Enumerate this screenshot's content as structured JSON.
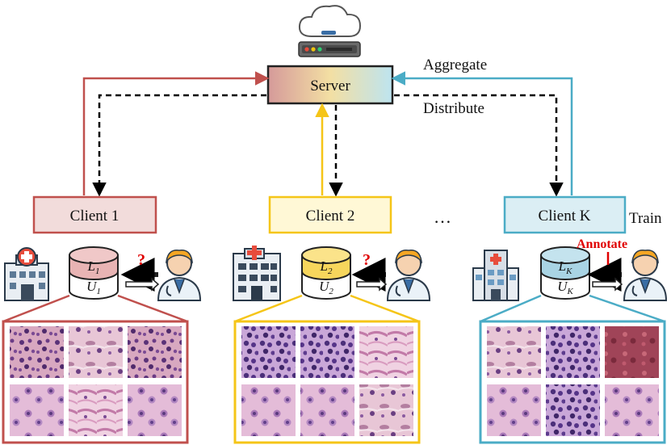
{
  "server": {
    "label": "Server"
  },
  "flows": {
    "aggregate": "Aggregate",
    "distribute": "Distribute",
    "train": "Train"
  },
  "ellipsis": "…",
  "clients": [
    {
      "label": "Client 1",
      "labeled_sub": "1",
      "unlabeled_sub": "1",
      "query_mark": "?",
      "color": "#c0504d",
      "fill": "#f2dcdb"
    },
    {
      "label": "Client 2",
      "labeled_sub": "2",
      "unlabeled_sub": "2",
      "query_mark": "?",
      "color": "#f5c518",
      "fill": "#fff8d6"
    },
    {
      "label": "Client K",
      "labeled_sub": "K",
      "unlabeled_sub": "K",
      "query_mark": "Annotate",
      "color": "#4bacc6",
      "fill": "#dbeef4"
    }
  ],
  "data_symbols": {
    "labeled": "L",
    "unlabeled": "U"
  },
  "colors": {
    "client1": "#c0504d",
    "client2": "#f5c518",
    "clientK": "#4bacc6",
    "query": "#e00000",
    "server_gradient": [
      "#d59a9a",
      "#f3dfa3",
      "#bde4f0"
    ]
  },
  "icons": [
    "cloud-icon",
    "server-rack-icon",
    "hospital-icon",
    "doctor-icon",
    "database-icon"
  ]
}
